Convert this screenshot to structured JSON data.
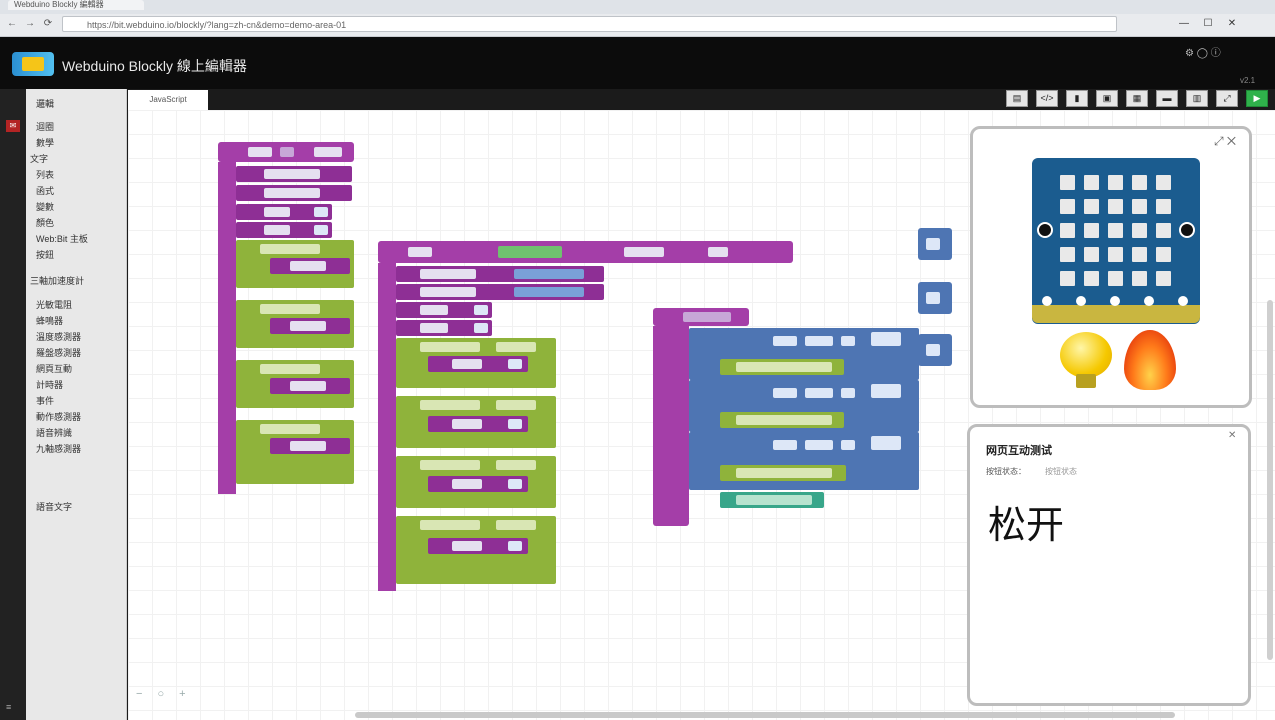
{
  "browser": {
    "tab_label": "Webduino Blockly 編輯器",
    "url": "https://bit.webduino.io/blockly/?lang=zh-cn&demo=demo-area-01",
    "window_controls": [
      "—",
      "☐",
      "✕"
    ]
  },
  "app": {
    "title": "Webduino Blockly 線上編輯器",
    "header_icons": "⚙ ◯ ⓘ",
    "header_sub": "v2.1"
  },
  "rail": {
    "mark": "✉",
    "bottom": "≡"
  },
  "sidebar": {
    "items": [
      "邏輯",
      "迴圈",
      "數學",
      "文字",
      "列表",
      "函式",
      "變數",
      "顏色",
      "Web:Bit 主板",
      "按鈕",
      "三軸加速度計",
      "光敏電阻",
      "蜂鳴器",
      "溫度感測器",
      "羅盤感測器",
      "網頁互動",
      "計時器",
      "事件",
      "動作感測器",
      "語音辨識",
      "九軸感測器",
      "語音文字"
    ]
  },
  "workspace": {
    "tab": "JavaScript",
    "zoom": "− ○ +"
  },
  "toolbar": {
    "buttons": [
      "▤",
      "</>",
      "▮",
      "▣",
      "▦",
      "▬",
      "▥",
      "⤢",
      "▶"
    ]
  },
  "simulator": {
    "close_icon": "⤢ ✕"
  },
  "web_panel": {
    "title": "网页互动测试",
    "label": "按钮状态：",
    "value": "按钮状态",
    "big_text": "松开",
    "close_icon": "✕"
  },
  "colors": {
    "block_purple": "#a43ea8",
    "block_green": "#8fb33b",
    "block_blue": "#4e75b3",
    "block_teal": "#38a68a"
  }
}
